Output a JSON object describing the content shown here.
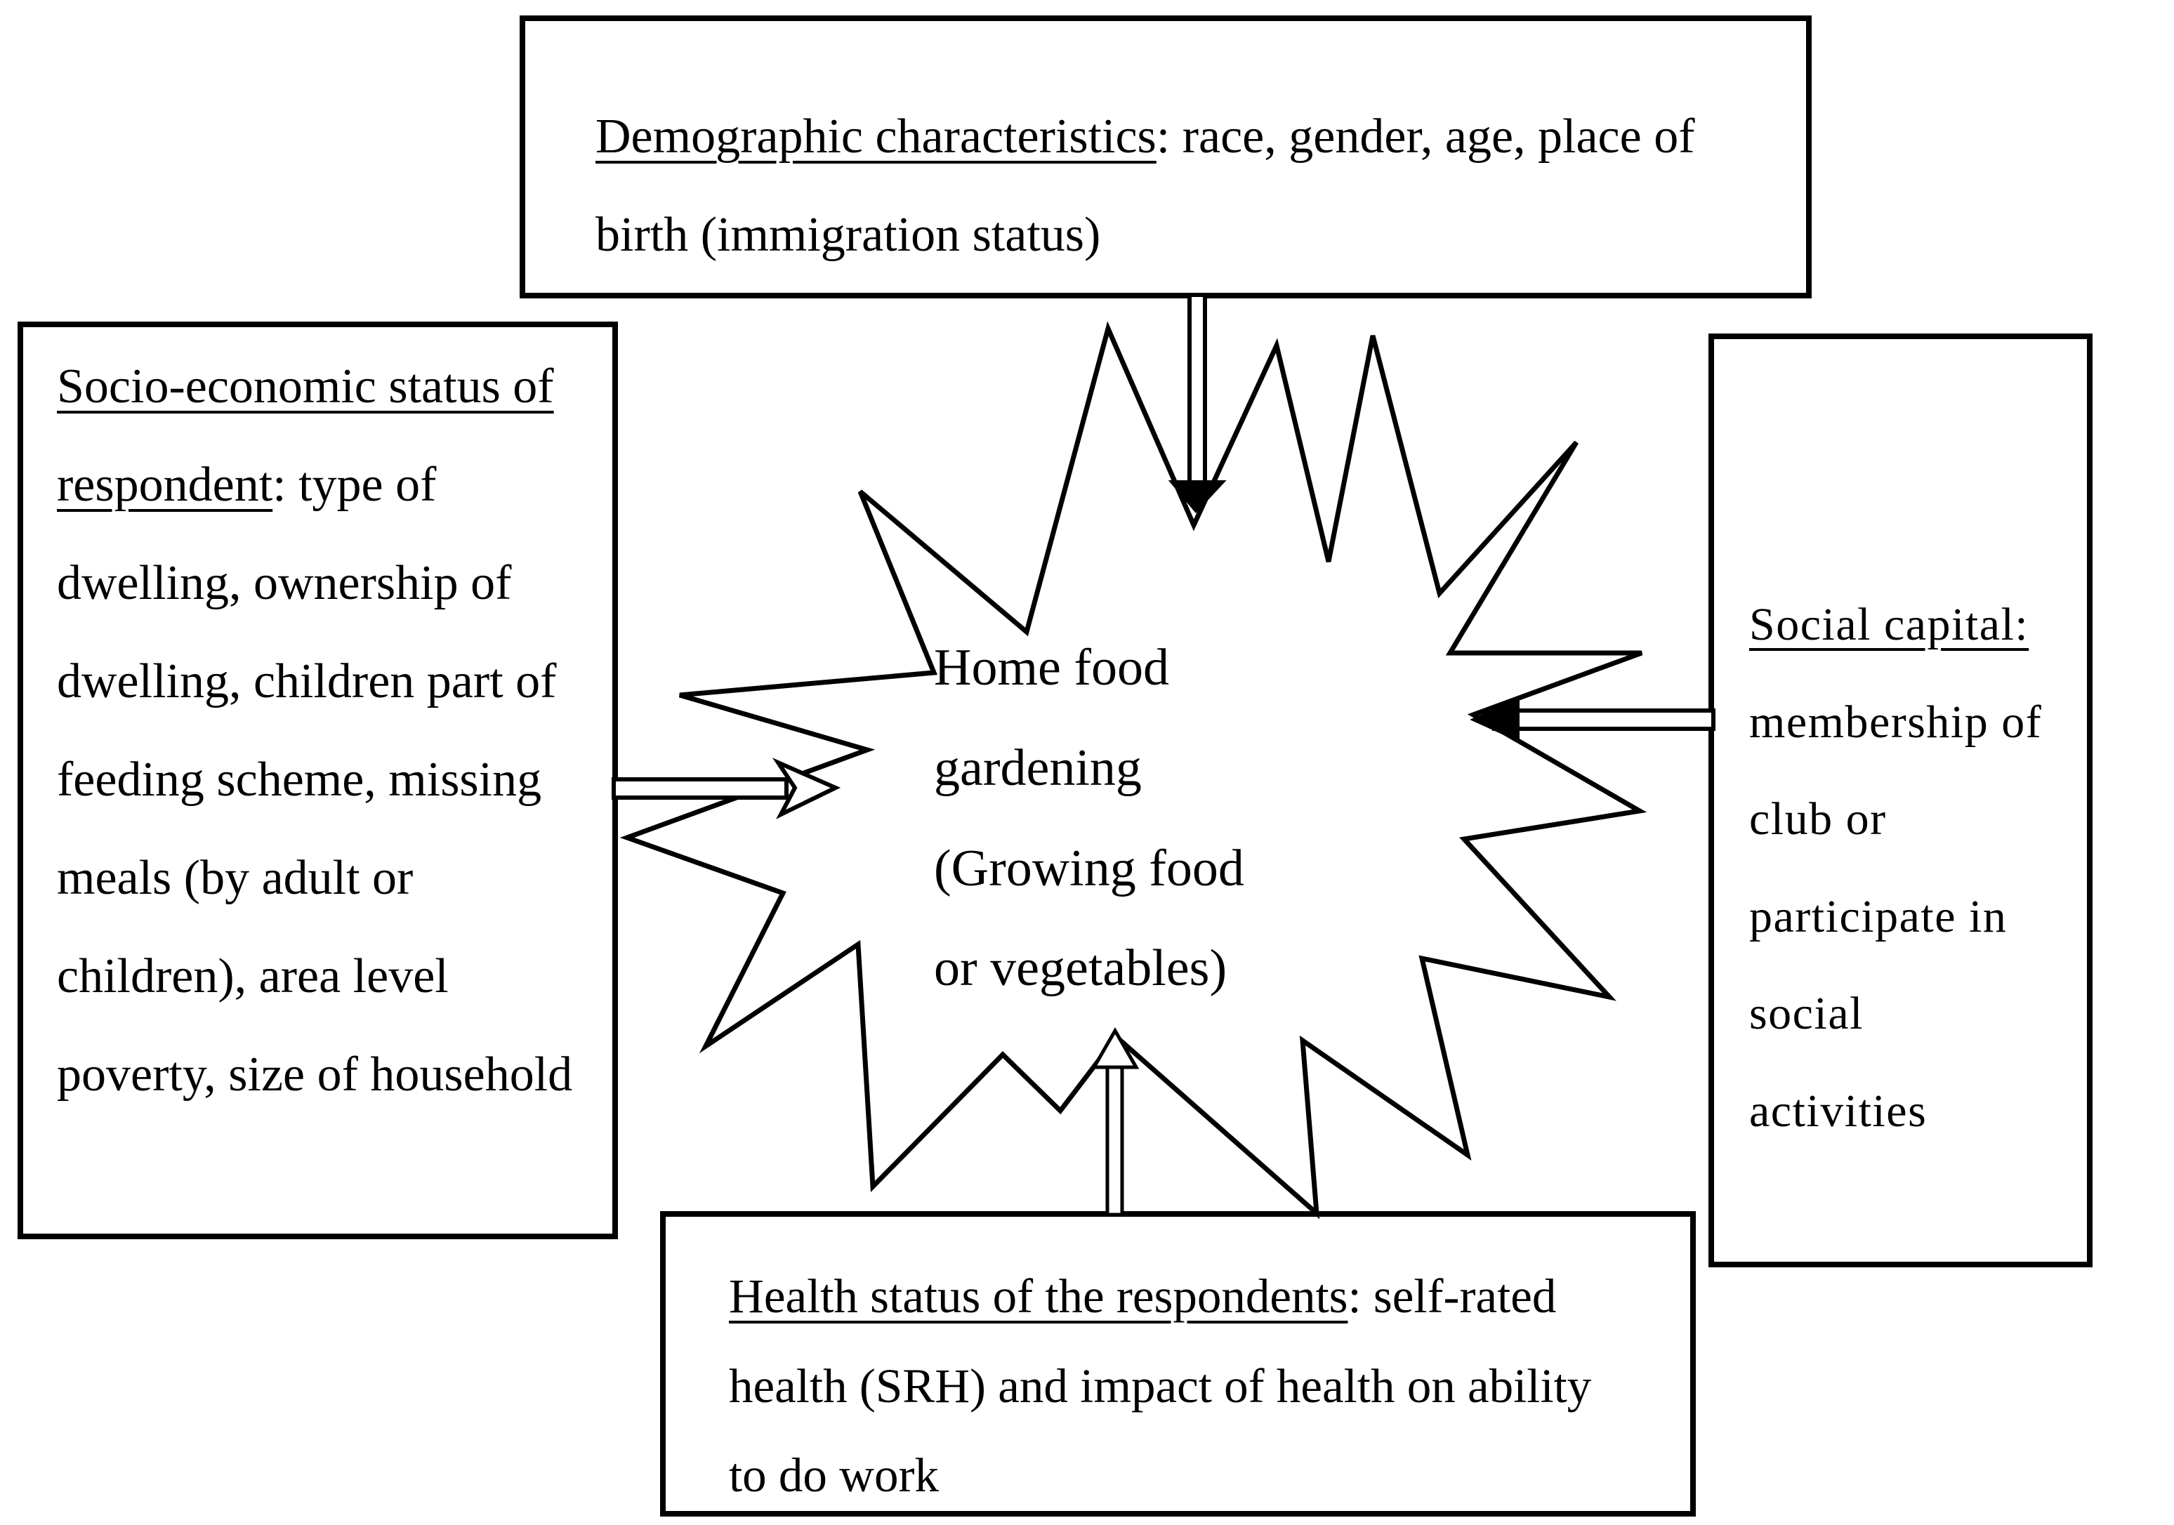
{
  "figure": {
    "background_color": "#ffffff",
    "stroke_color": "#000000",
    "center": {
      "shape": "starburst",
      "label": "Home food gardening (Growing food or vegetables)"
    },
    "boxes": {
      "demographic": {
        "title": "Demographic characteristics",
        "body": ": race, gender, age, place of birth (immigration status)"
      },
      "socioeconomic": {
        "title": "Socio-economic status of respondent",
        "body": ": type of dwelling, ownership of dwelling, children part of feeding scheme, missing meals (by adult or children), area level poverty, size of household"
      },
      "social_capital": {
        "title": "Social capital:",
        "body": "membership of club or participate in social activities"
      },
      "health": {
        "title": "Health status of the respondents",
        "body": ": self-rated health (SRH) and impact of health on ability to do work"
      }
    },
    "arrows": [
      {
        "from": "demographic",
        "to": "center",
        "direction": "down"
      },
      {
        "from": "socioeconomic",
        "to": "center",
        "direction": "right"
      },
      {
        "from": "social_capital",
        "to": "center",
        "direction": "left"
      },
      {
        "from": "health",
        "to": "center",
        "direction": "up"
      }
    ]
  }
}
